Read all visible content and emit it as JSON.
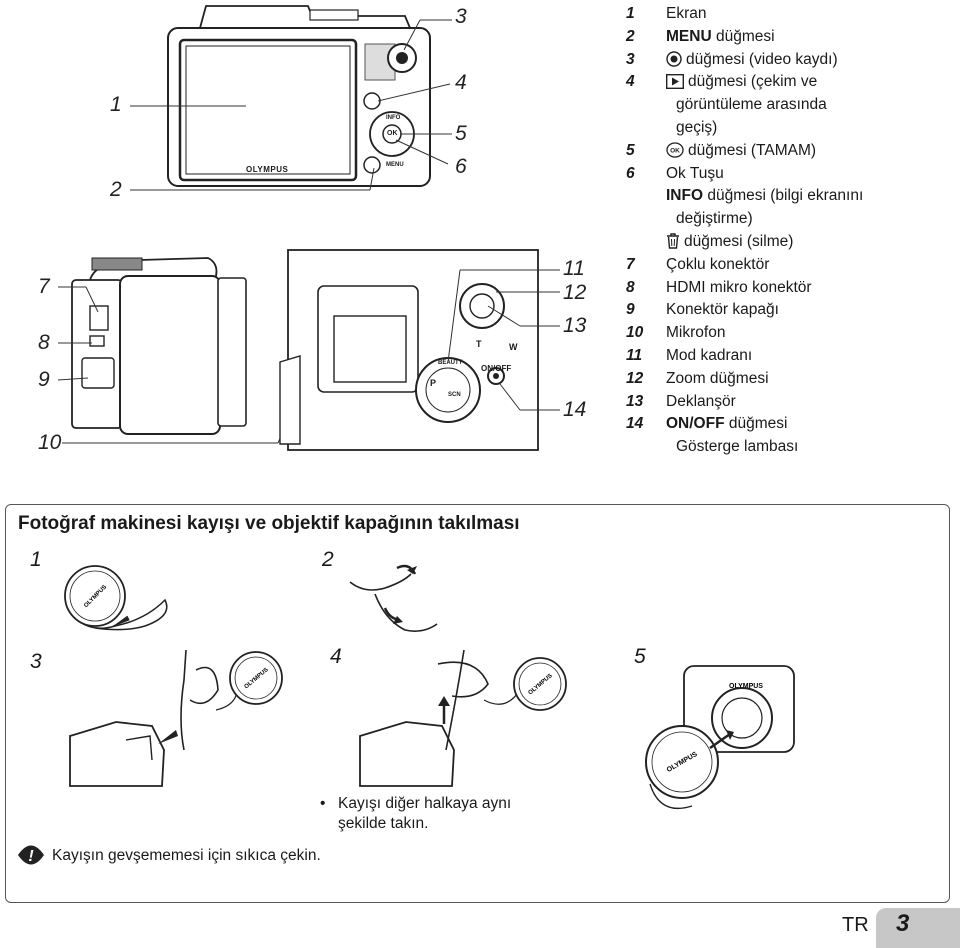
{
  "callouts": {
    "n1": "1",
    "n2": "2",
    "n3": "3",
    "n4": "4",
    "n5": "5",
    "n6": "6",
    "n7": "7",
    "n8": "8",
    "n9": "9",
    "n10": "10",
    "n11": "11",
    "n12": "12",
    "n13": "13",
    "n14": "14"
  },
  "camera_labels": {
    "brand": "OLYMPUS",
    "info": "INFO",
    "ok": "OK",
    "menu": "MENU",
    "on_off": "ON/OFF",
    "zoom_t": "T",
    "zoom_w": "W",
    "dial_p": "P",
    "dial_beauty": "BEAUTY",
    "dial_scn": "SCN"
  },
  "legend": [
    {
      "num": "1",
      "text": "Ekran"
    },
    {
      "num": "2",
      "bold": "MENU",
      "text": "düğmesi"
    },
    {
      "num": "3",
      "icon": "record-icon",
      "text": "düğmesi (video kaydı)"
    },
    {
      "num": "4",
      "icon": "play-icon",
      "text": "düğmesi (çekim ve"
    },
    {
      "num": "",
      "text": "görüntüleme arasında"
    },
    {
      "num": "",
      "text": "geçiş)"
    },
    {
      "num": "5",
      "icon": "ok-icon",
      "text": "düğmesi (TAMAM)"
    },
    {
      "num": "6",
      "text": "Ok Tuşu"
    },
    {
      "num": "",
      "bold": "INFO",
      "text": "düğmesi (bilgi ekranını"
    },
    {
      "num": "",
      "text": "değiştirme)"
    },
    {
      "num": "",
      "icon": "trash-icon",
      "text": "düğmesi (silme)"
    },
    {
      "num": "7",
      "text": "Çoklu konektör"
    },
    {
      "num": "8",
      "text": "HDMI mikro konektör"
    },
    {
      "num": "9",
      "text": "Konektör kapağı"
    },
    {
      "num": "10",
      "text": "Mikrofon"
    },
    {
      "num": "11",
      "text": "Mod kadranı"
    },
    {
      "num": "12",
      "text": "Zoom düğmesi"
    },
    {
      "num": "13",
      "text": "Deklanşör"
    },
    {
      "num": "14",
      "bold": "ON/OFF",
      "text": "düğmesi"
    },
    {
      "num": "",
      "text": "Gösterge lambası"
    }
  ],
  "section": {
    "title": "Fotoğraf makinesi kayışı ve objektif kapağının takılması",
    "steps": [
      "1",
      "2",
      "3",
      "4",
      "5"
    ],
    "bullet_line1": "Kayışı diğer halkaya aynı",
    "bullet_line2": "şekilde takın.",
    "caution": "Kayışın gevşememesi için sıkıca çekin."
  },
  "footer": {
    "lang": "TR",
    "page": "3"
  }
}
